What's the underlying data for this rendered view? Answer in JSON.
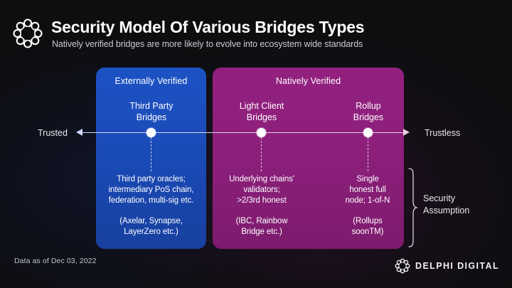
{
  "header": {
    "logo_icon": "delphi-ring-icon",
    "title": "Security Model Of Various Bridges Types",
    "subtitle": "Natively verified bridges are more likely to evolve into ecosystem wide standards"
  },
  "axis": {
    "left_label": "Trusted",
    "right_label": "Trustless",
    "left_arrow_icon": "arrow-left-icon",
    "right_arrow_icon": "arrow-right-icon"
  },
  "groups": [
    {
      "id": "externally-verified",
      "title": "Externally Verified",
      "color": "#1A4BB8"
    },
    {
      "id": "natively-verified",
      "title": "Natively Verified",
      "color": "#8B1F7A"
    }
  ],
  "columns": [
    {
      "id": "third-party-bridges",
      "heading_line1": "Third Party",
      "heading_line2": "Bridges",
      "body_line1": "Third party oracles;",
      "body_line2": "intermediary PoS chain,",
      "body_line3": "federation, multi-sig etc.",
      "examples_line1": "(Axelar, Synapse,",
      "examples_line2": "LayerZero etc.)"
    },
    {
      "id": "light-client-bridges",
      "heading_line1": "Light Client",
      "heading_line2": "Bridges",
      "body_line1": "Underlying chains'",
      "body_line2": "validators;",
      "body_line3": ">2/3rd honest",
      "examples_line1": "(IBC, Rainbow",
      "examples_line2": "Bridge etc.)"
    },
    {
      "id": "rollup-bridges",
      "heading_line1": "Rollup",
      "heading_line2": "Bridges",
      "body_line1": "Single",
      "body_line2": "honest full",
      "body_line3": "node; 1-of-N",
      "examples_line1": "(Rollups",
      "examples_line2": "soonTM)"
    }
  ],
  "annotation": {
    "brace_icon": "curly-brace-icon",
    "label_line1": "Security",
    "label_line2": "Assumption"
  },
  "footer": {
    "note": "Data as of Dec 03, 2022",
    "brand_icon": "delphi-ring-icon",
    "brand_text": "DELPHI DIGITAL"
  },
  "colors": {
    "background": "#0E0E11",
    "externally_verified": "#1A4BB8",
    "natively_verified": "#8B1F7A",
    "axis": "#DCD8EA",
    "text": "#FFFFFF"
  }
}
